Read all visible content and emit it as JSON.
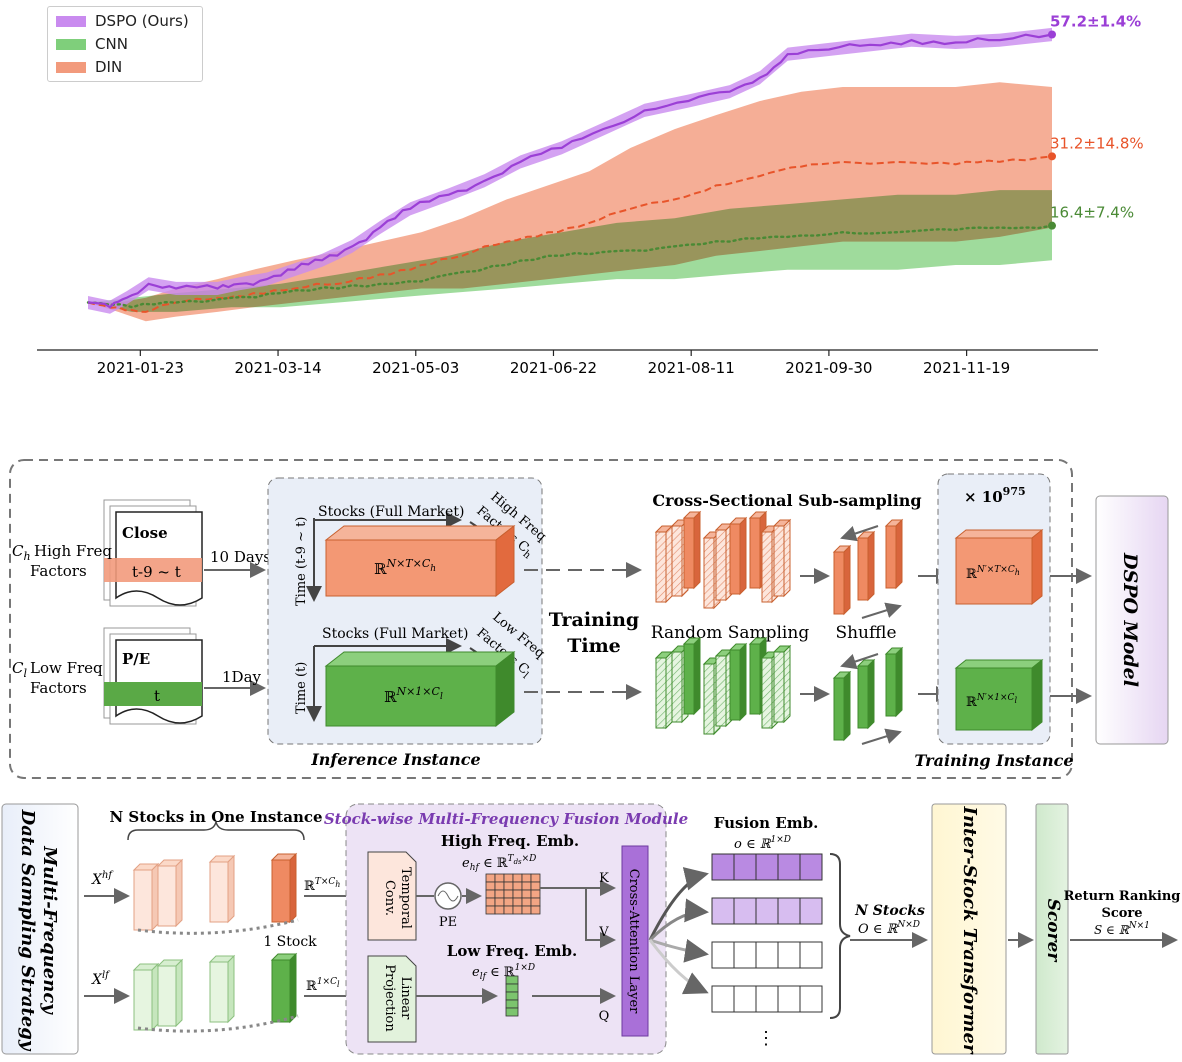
{
  "chart_data": {
    "type": "line",
    "x_ticks": [
      "2021-01-23",
      "2021-03-14",
      "2021-05-03",
      "2021-06-22",
      "2021-08-11",
      "2021-09-30",
      "2021-11-19"
    ],
    "x_range": [
      "2021-01-04",
      "2021-12-20"
    ],
    "ylim": [
      -8,
      62
    ],
    "grid": false,
    "legend": "top-left",
    "series": [
      {
        "name": "DSPO (Ours)",
        "color": "#9b3fd6",
        "band_color": "#c98bef",
        "style": "solid",
        "end_label": "57.2±1.4%",
        "points": [
          [
            "2021-01-04",
            0
          ],
          [
            "2021-01-12",
            -1
          ],
          [
            "2021-01-18",
            1
          ],
          [
            "2021-01-26",
            4
          ],
          [
            "2021-02-05",
            3
          ],
          [
            "2021-02-20",
            3
          ],
          [
            "2021-02-28",
            4
          ],
          [
            "2021-03-10",
            5
          ],
          [
            "2021-03-20",
            7
          ],
          [
            "2021-03-30",
            9
          ],
          [
            "2021-04-10",
            12
          ],
          [
            "2021-04-20",
            16
          ],
          [
            "2021-05-01",
            20
          ],
          [
            "2021-05-15",
            23
          ],
          [
            "2021-05-28",
            26
          ],
          [
            "2021-06-10",
            30
          ],
          [
            "2021-06-25",
            33
          ],
          [
            "2021-07-10",
            37
          ],
          [
            "2021-07-25",
            41
          ],
          [
            "2021-08-10",
            43
          ],
          [
            "2021-08-25",
            45
          ],
          [
            "2021-09-05",
            48
          ],
          [
            "2021-09-15",
            53
          ],
          [
            "2021-09-30",
            54
          ],
          [
            "2021-10-15",
            55
          ],
          [
            "2021-10-30",
            56
          ],
          [
            "2021-11-15",
            55.5
          ],
          [
            "2021-12-01",
            56
          ],
          [
            "2021-12-20",
            57.2
          ]
        ],
        "band": 1.4
      },
      {
        "name": "DIN",
        "color": "#e8542a",
        "band_color": "#f29a7c",
        "style": "dashed",
        "end_label": "31.2±14.8%",
        "points": [
          [
            "2021-01-04",
            0
          ],
          [
            "2021-01-15",
            -1
          ],
          [
            "2021-01-25",
            -2
          ],
          [
            "2021-02-05",
            0
          ],
          [
            "2021-02-20",
            1
          ],
          [
            "2021-03-05",
            2
          ],
          [
            "2021-03-20",
            3
          ],
          [
            "2021-04-05",
            4
          ],
          [
            "2021-04-20",
            6
          ],
          [
            "2021-05-05",
            8
          ],
          [
            "2021-05-20",
            10
          ],
          [
            "2021-06-05",
            13
          ],
          [
            "2021-06-20",
            15
          ],
          [
            "2021-07-05",
            17
          ],
          [
            "2021-07-20",
            20
          ],
          [
            "2021-08-05",
            22
          ],
          [
            "2021-08-20",
            25
          ],
          [
            "2021-09-05",
            27
          ],
          [
            "2021-09-20",
            29
          ],
          [
            "2021-10-05",
            30
          ],
          [
            "2021-10-25",
            30
          ],
          [
            "2021-11-15",
            29.5
          ],
          [
            "2021-12-01",
            30
          ],
          [
            "2021-12-20",
            31.2
          ]
        ],
        "band_lo": [
          0,
          -2,
          -4,
          -3,
          -2,
          -1,
          0,
          1,
          2,
          3,
          3,
          4,
          5,
          6,
          7,
          8,
          10,
          11,
          12,
          13,
          13,
          13,
          14,
          16
        ],
        "band_hi": [
          0,
          0,
          1,
          3,
          5,
          7,
          9,
          11,
          13,
          15,
          18,
          22,
          25,
          28,
          33,
          37,
          40,
          43,
          45,
          46,
          46,
          46,
          47,
          46
        ]
      },
      {
        "name": "CNN",
        "color": "#4a8a35",
        "band_color": "#7fcf7b",
        "style": "dotted",
        "end_label": "16.4±7.4%",
        "points": [
          [
            "2021-01-04",
            0
          ],
          [
            "2021-01-20",
            -1
          ],
          [
            "2021-02-05",
            0
          ],
          [
            "2021-02-25",
            1
          ],
          [
            "2021-03-15",
            2
          ],
          [
            "2021-04-05",
            3
          ],
          [
            "2021-04-25",
            4
          ],
          [
            "2021-05-15",
            6
          ],
          [
            "2021-06-05",
            8
          ],
          [
            "2021-06-25",
            10
          ],
          [
            "2021-07-15",
            11
          ],
          [
            "2021-08-05",
            12
          ],
          [
            "2021-08-25",
            13
          ],
          [
            "2021-09-15",
            14
          ],
          [
            "2021-10-05",
            15
          ],
          [
            "2021-10-25",
            15
          ],
          [
            "2021-11-15",
            15.5
          ],
          [
            "2021-12-01",
            16
          ],
          [
            "2021-12-20",
            16.4
          ]
        ],
        "band_lo": [
          0,
          -2,
          -2,
          -1,
          -1,
          0,
          1,
          2,
          3,
          4,
          5,
          5,
          6,
          7,
          7,
          7,
          8,
          8,
          9
        ],
        "band_hi": [
          0,
          1,
          2,
          3,
          4,
          6,
          8,
          10,
          13,
          15,
          17,
          18,
          20,
          21,
          22,
          23,
          23,
          24,
          24
        ]
      }
    ]
  },
  "legend": {
    "items": [
      {
        "label": "DSPO (Ours)",
        "color": "#c98bef"
      },
      {
        "label": "CNN",
        "color": "#7fcf7b"
      },
      {
        "label": "DIN",
        "color": "#f29a7c"
      }
    ]
  },
  "diagram": {
    "top": {
      "ch_label": "C",
      "ch_sub": "h",
      "ch_text1": "High Freq",
      "ch_text2": "Factors",
      "close": "Close",
      "close_range": "t-9 ~ t",
      "days10": "10 Days",
      "cl_label": "C",
      "cl_sub": "l",
      "cl_text1": "Low Freq",
      "cl_text2": "Factors",
      "pe": "P/E",
      "pe_t": "t",
      "day1": "1Day",
      "stocks_full1": "Stocks (Full Market)",
      "stocks_full2": "Stocks (Full Market)",
      "time_hi": "Time (t-9 ~ t)",
      "time_lo": "Time (t)",
      "hf_factor1": "High Freq",
      "hf_factor2": "Factors C",
      "hf_factor2_sub": "h",
      "lf_factor1": "Low Freq",
      "lf_factor2": "Factors C",
      "lf_factor2_sub": "l",
      "tensor_hi": "ℝ",
      "tensor_hi_sup": "N×T×C",
      "tensor_hi_supsub": "h",
      "tensor_lo": "ℝ",
      "tensor_lo_sup": "N×1×C",
      "tensor_lo_supsub": "l",
      "inference": "Inference Instance",
      "training_time1": "Training",
      "training_time2": "Time",
      "cross_sectional": "Cross-Sectional Sub-sampling",
      "random_sampling": "Random Sampling",
      "shuffle": "Shuffle",
      "times": "× 10",
      "times_sup": "975",
      "tr_hi": "ℝ",
      "tr_hi_sup": "N′×T×C",
      "tr_hi_supsub": "h",
      "tr_lo": "ℝ",
      "tr_lo_sup": "N′×1×C",
      "tr_lo_supsub": "l",
      "training_instance": "Training Instance",
      "dspo_model": "DSPO Model"
    },
    "bottom": {
      "mf_strategy1": "Multi-Frequency",
      "mf_strategy2": "Data Sampling Strategy",
      "n_stocks": "N Stocks in One Instance",
      "xhf": "X",
      "xhf_sup": "hf",
      "xlf": "X",
      "xlf_sup": "lf",
      "one_stock": "1 Stock",
      "r_hi": "ℝ",
      "r_hi_sup": "T×C",
      "r_hi_supsub": "h",
      "r_lo": "ℝ",
      "r_lo_sup": "1×C",
      "r_lo_supsub": "l",
      "fusion_module": "Stock-wise Multi-Frequency Fusion Module",
      "temporal_conv1": "Temporal",
      "temporal_conv2": "Conv.",
      "pe": "PE",
      "linear_proj1": "Linear",
      "linear_proj2": "Projection",
      "hf_emb": "High Freq. Emb.",
      "hf_emb_eq": "e",
      "hf_emb_eq_sub": "hf",
      "hf_emb_eq_rest": " ∈ ℝ",
      "hf_emb_eq_sup": "T",
      "hf_emb_eq_supsub": "ds",
      "hf_emb_eq_sup2": "×D",
      "lf_emb": "Low Freq. Emb.",
      "lf_emb_eq": "e",
      "lf_emb_eq_sub": "lf",
      "lf_emb_eq_rest": " ∈ ℝ",
      "lf_emb_eq_sup": "1×D",
      "k": "K",
      "v": "V",
      "q": "Q",
      "cross_attention": "Cross-Attention Layer",
      "fusion_emb": "Fusion Emb.",
      "fusion_emb_eq": "o ∈ ℝ",
      "fusion_emb_eq_sup": "1×D",
      "dots": "⋮",
      "n_stocks2": "N Stocks",
      "n_stocks2_eq": "O ∈ ℝ",
      "n_stocks2_eq_sup": "N×D",
      "inter_stock": "Inter-Stock Transformer",
      "scorer": "Scorer",
      "return_rank1": "Return Ranking",
      "return_rank2": "Score",
      "return_rank_eq": "S ∈ ℝ",
      "return_rank_eq_sup": "N×1"
    }
  }
}
